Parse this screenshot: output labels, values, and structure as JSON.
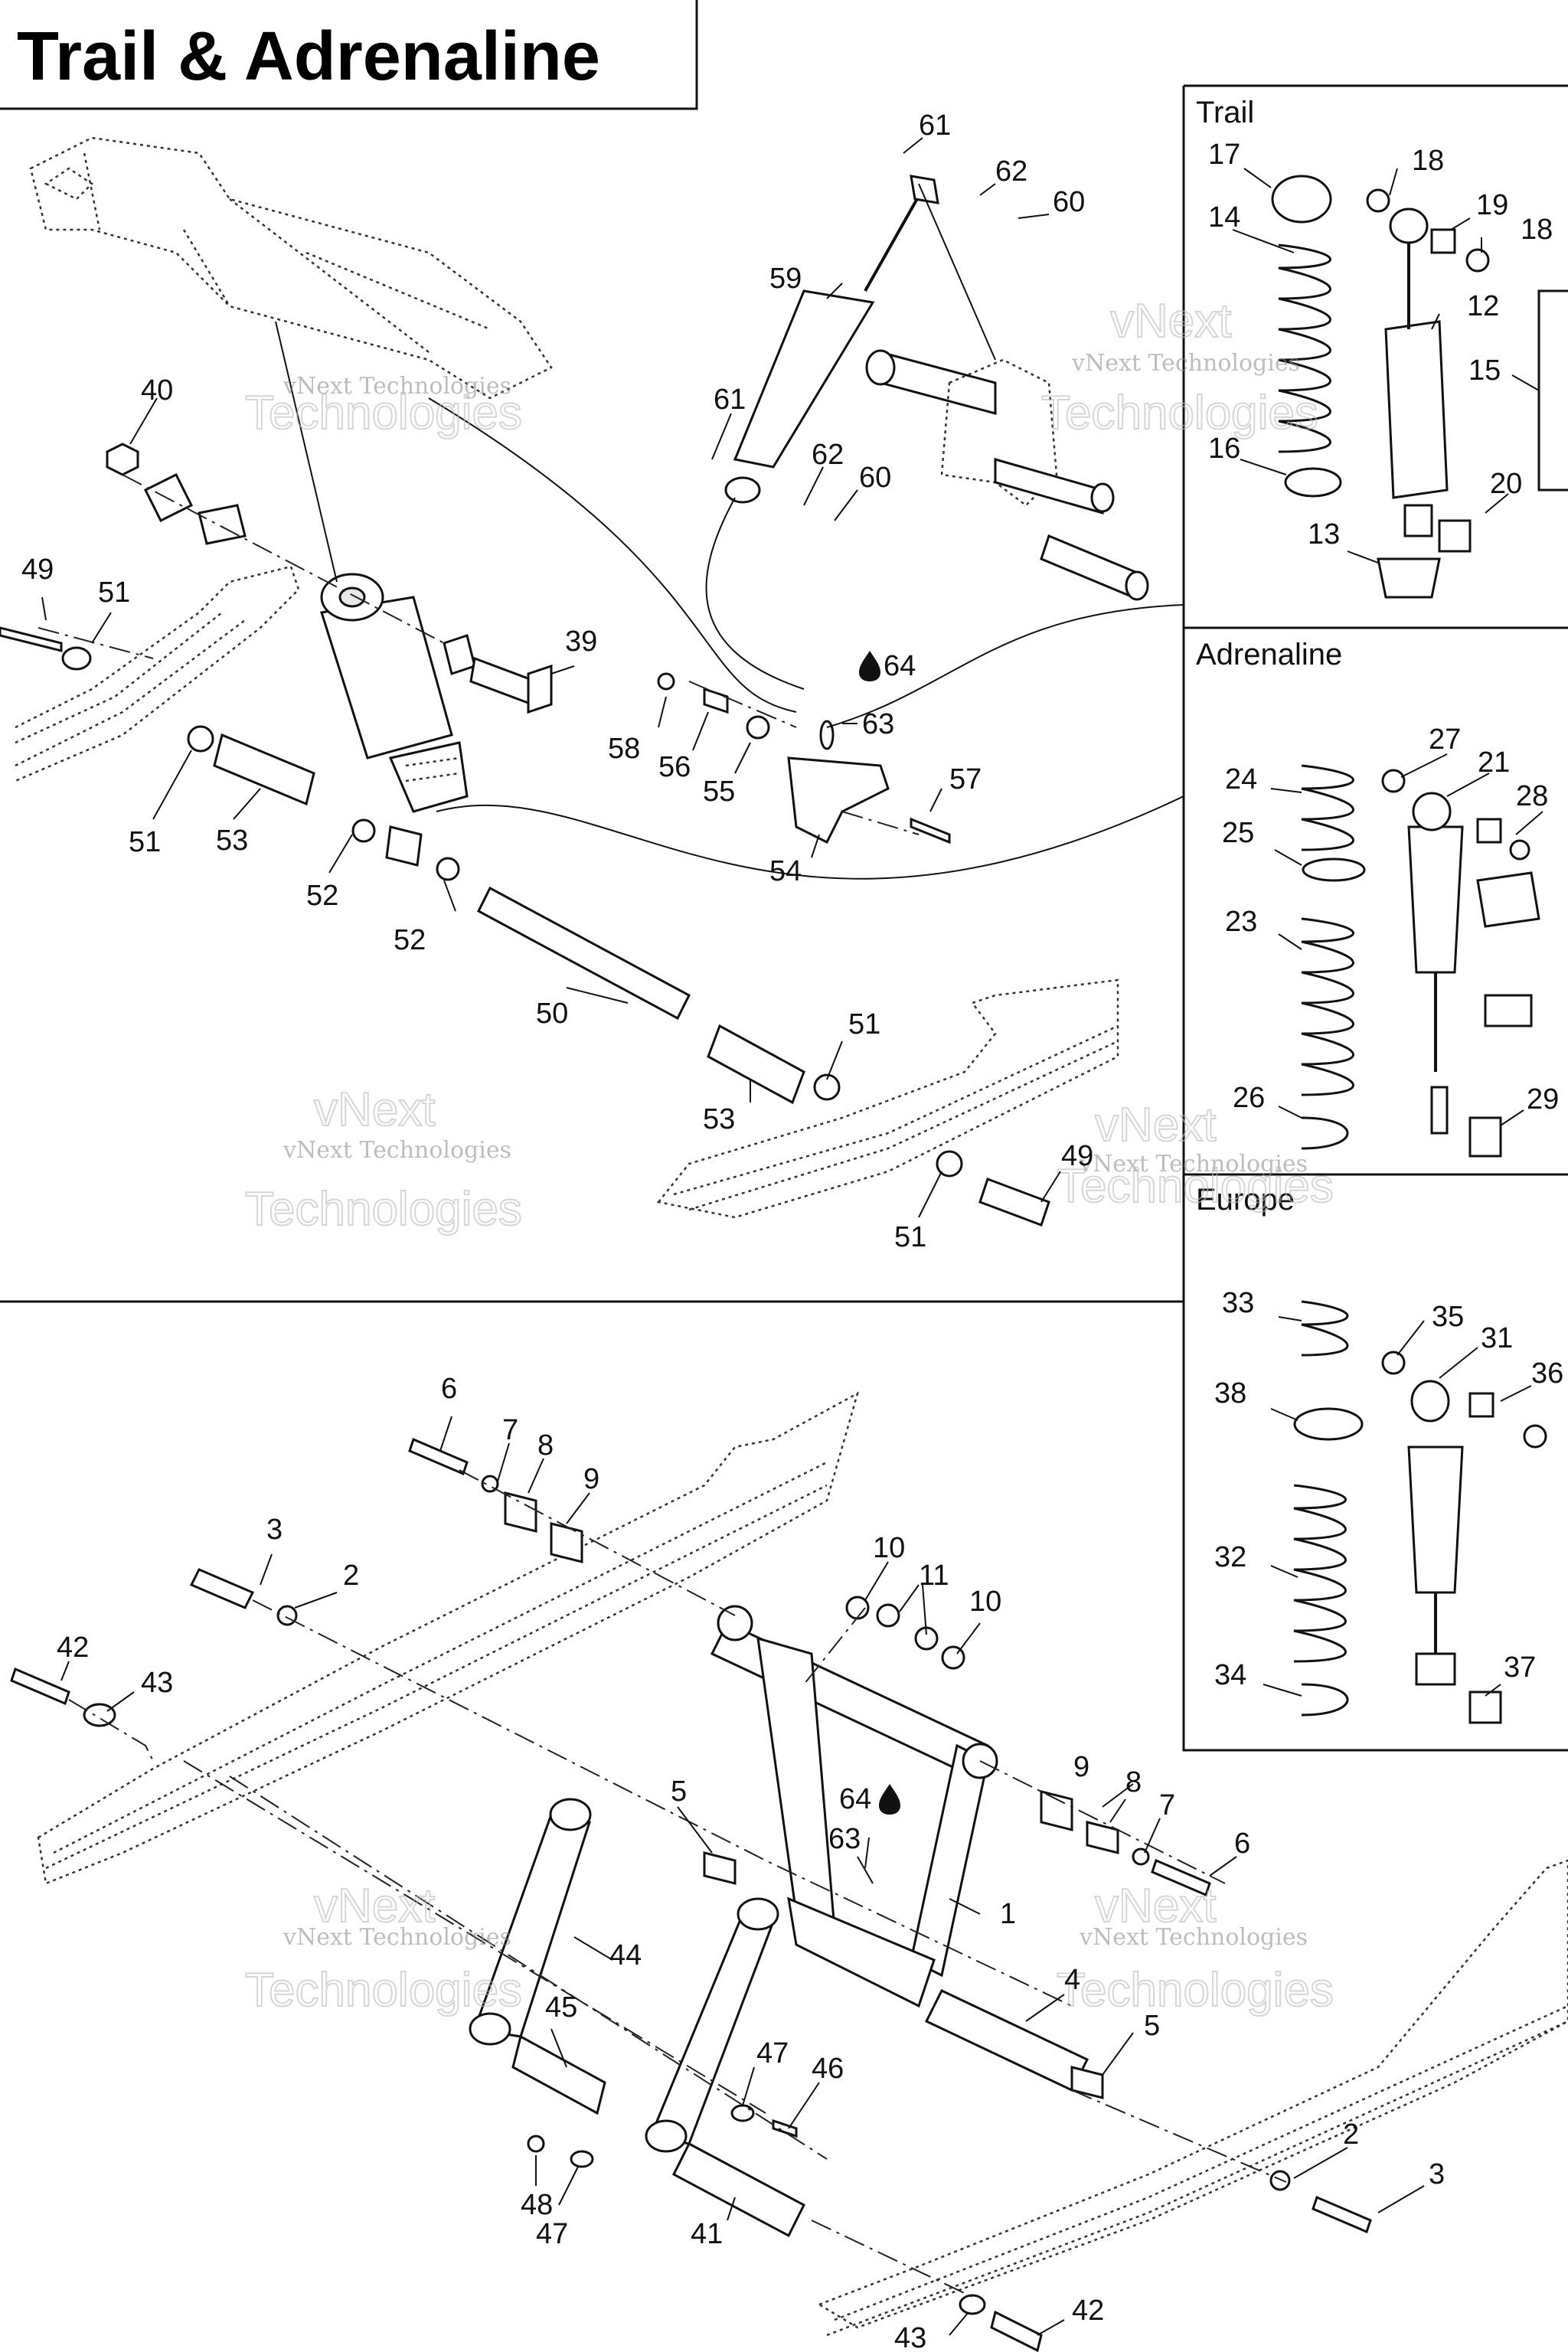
{
  "title": "Trail & Adrenaline",
  "panels": {
    "trail": "Trail",
    "adrenaline": "Adrenaline",
    "europe": "Europe"
  },
  "watermark": "vNext Technologies",
  "watermark_lines": [
    "vNext",
    "Technologies"
  ],
  "drop_icon": "oil-drop-icon",
  "callouts": [
    {
      "id": "c61a",
      "text": "61"
    },
    {
      "id": "c62a",
      "text": "62"
    },
    {
      "id": "c60a",
      "text": "60"
    },
    {
      "id": "c59",
      "text": "59"
    },
    {
      "id": "c61b",
      "text": "61"
    },
    {
      "id": "c62b",
      "text": "62"
    },
    {
      "id": "c60b",
      "text": "60"
    },
    {
      "id": "c40",
      "text": "40"
    },
    {
      "id": "c49a",
      "text": "49"
    },
    {
      "id": "c51a",
      "text": "51"
    },
    {
      "id": "c39",
      "text": "39"
    },
    {
      "id": "c64a",
      "text": "64"
    },
    {
      "id": "c63a",
      "text": "63"
    },
    {
      "id": "c58",
      "text": "58"
    },
    {
      "id": "c56",
      "text": "56"
    },
    {
      "id": "c55",
      "text": "55"
    },
    {
      "id": "c57",
      "text": "57"
    },
    {
      "id": "c54",
      "text": "54"
    },
    {
      "id": "c51b",
      "text": "51"
    },
    {
      "id": "c53a",
      "text": "53"
    },
    {
      "id": "c52a",
      "text": "52"
    },
    {
      "id": "c52b",
      "text": "52"
    },
    {
      "id": "c50",
      "text": "50"
    },
    {
      "id": "c51c",
      "text": "51"
    },
    {
      "id": "c53b",
      "text": "53"
    },
    {
      "id": "c49b",
      "text": "49"
    },
    {
      "id": "c51d",
      "text": "51"
    },
    {
      "id": "c17",
      "text": "17"
    },
    {
      "id": "c18a",
      "text": "18"
    },
    {
      "id": "c14",
      "text": "14"
    },
    {
      "id": "c19",
      "text": "19"
    },
    {
      "id": "c18b",
      "text": "18"
    },
    {
      "id": "c12",
      "text": "12"
    },
    {
      "id": "c15",
      "text": "15"
    },
    {
      "id": "c16",
      "text": "16"
    },
    {
      "id": "c20",
      "text": "20"
    },
    {
      "id": "c13",
      "text": "13"
    },
    {
      "id": "c27",
      "text": "27"
    },
    {
      "id": "c21",
      "text": "21"
    },
    {
      "id": "c24",
      "text": "24"
    },
    {
      "id": "c28",
      "text": "28"
    },
    {
      "id": "c25",
      "text": "25"
    },
    {
      "id": "c23",
      "text": "23"
    },
    {
      "id": "c26",
      "text": "26"
    },
    {
      "id": "c29",
      "text": "29"
    },
    {
      "id": "c33",
      "text": "33"
    },
    {
      "id": "c35",
      "text": "35"
    },
    {
      "id": "c31",
      "text": "31"
    },
    {
      "id": "c36",
      "text": "36"
    },
    {
      "id": "c38",
      "text": "38"
    },
    {
      "id": "c32",
      "text": "32"
    },
    {
      "id": "c34",
      "text": "34"
    },
    {
      "id": "c37",
      "text": "37"
    },
    {
      "id": "c6a",
      "text": "6"
    },
    {
      "id": "c7a",
      "text": "7"
    },
    {
      "id": "c8a",
      "text": "8"
    },
    {
      "id": "c9a",
      "text": "9"
    },
    {
      "id": "c3a",
      "text": "3"
    },
    {
      "id": "c2a",
      "text": "2"
    },
    {
      "id": "c10a",
      "text": "10"
    },
    {
      "id": "c11",
      "text": "11"
    },
    {
      "id": "c10b",
      "text": "10"
    },
    {
      "id": "c42a",
      "text": "42"
    },
    {
      "id": "c43a",
      "text": "43"
    },
    {
      "id": "c9b",
      "text": "9"
    },
    {
      "id": "c8b",
      "text": "8"
    },
    {
      "id": "c7b",
      "text": "7"
    },
    {
      "id": "c6b",
      "text": "6"
    },
    {
      "id": "c5a",
      "text": "5"
    },
    {
      "id": "c64b",
      "text": "64"
    },
    {
      "id": "c63b",
      "text": "63"
    },
    {
      "id": "c1",
      "text": "1"
    },
    {
      "id": "c44",
      "text": "44"
    },
    {
      "id": "c4",
      "text": "4"
    },
    {
      "id": "c45",
      "text": "45"
    },
    {
      "id": "c5b",
      "text": "5"
    },
    {
      "id": "c47a",
      "text": "47"
    },
    {
      "id": "c46",
      "text": "46"
    },
    {
      "id": "c48",
      "text": "48"
    },
    {
      "id": "c47b",
      "text": "47"
    },
    {
      "id": "c41",
      "text": "41"
    },
    {
      "id": "c2b",
      "text": "2"
    },
    {
      "id": "c3b",
      "text": "3"
    },
    {
      "id": "c42b",
      "text": "42"
    },
    {
      "id": "c43b",
      "text": "43"
    }
  ]
}
